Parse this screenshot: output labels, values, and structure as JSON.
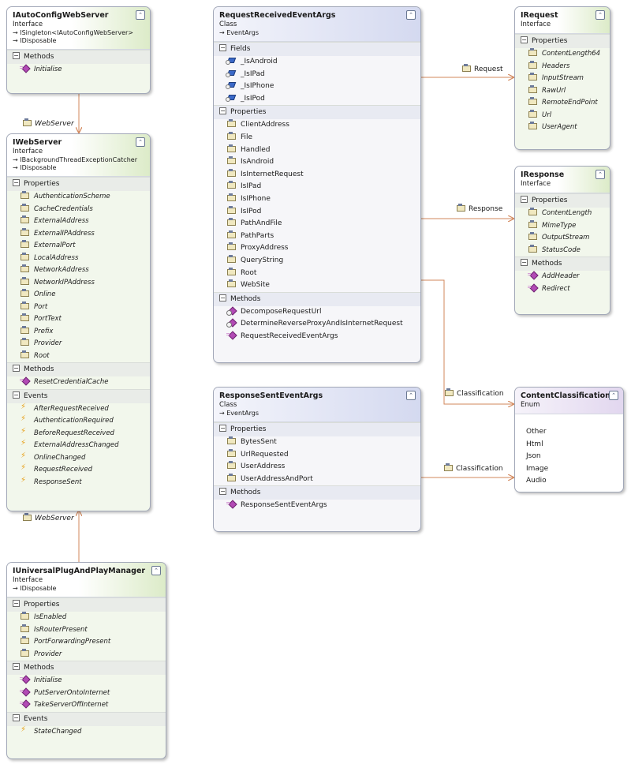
{
  "boxes": {
    "auto": {
      "title": "IAutoConfigWebServer",
      "stereotype": "Interface",
      "inherits": [
        "→ ISingleton<IAutoConfigWebServer>",
        "→ IDisposable"
      ],
      "sections": [
        {
          "label": "Methods",
          "members": [
            {
              "name": "Initialise",
              "icon": "method-icon"
            }
          ]
        }
      ]
    },
    "web": {
      "title": "IWebServer",
      "stereotype": "Interface",
      "inherits": [
        "→ IBackgroundThreadExceptionCatcher",
        "→ IDisposable"
      ],
      "sections": [
        {
          "label": "Properties",
          "members": [
            {
              "name": "AuthenticationScheme",
              "icon": "property-icon"
            },
            {
              "name": "CacheCredentials",
              "icon": "property-icon"
            },
            {
              "name": "ExternalAddress",
              "icon": "property-icon"
            },
            {
              "name": "ExternalIPAddress",
              "icon": "property-icon"
            },
            {
              "name": "ExternalPort",
              "icon": "property-icon"
            },
            {
              "name": "LocalAddress",
              "icon": "property-icon"
            },
            {
              "name": "NetworkAddress",
              "icon": "property-icon"
            },
            {
              "name": "NetworkIPAddress",
              "icon": "property-icon"
            },
            {
              "name": "Online",
              "icon": "property-icon"
            },
            {
              "name": "Port",
              "icon": "property-icon"
            },
            {
              "name": "PortText",
              "icon": "property-icon"
            },
            {
              "name": "Prefix",
              "icon": "property-icon"
            },
            {
              "name": "Provider",
              "icon": "property-icon"
            },
            {
              "name": "Root",
              "icon": "property-icon"
            }
          ]
        },
        {
          "label": "Methods",
          "members": [
            {
              "name": "ResetCredentialCache",
              "icon": "method-icon"
            }
          ]
        },
        {
          "label": "Events",
          "members": [
            {
              "name": "AfterRequestReceived",
              "icon": "event-icon"
            },
            {
              "name": "AuthenticationRequired",
              "icon": "event-icon"
            },
            {
              "name": "BeforeRequestReceived",
              "icon": "event-icon"
            },
            {
              "name": "ExternalAddressChanged",
              "icon": "event-icon"
            },
            {
              "name": "OnlineChanged",
              "icon": "event-icon"
            },
            {
              "name": "RequestReceived",
              "icon": "event-icon"
            },
            {
              "name": "ResponseSent",
              "icon": "event-icon"
            }
          ]
        }
      ]
    },
    "upnp": {
      "title": "IUniversalPlugAndPlayManager",
      "stereotype": "Interface",
      "inherits": [
        "→ IDisposable"
      ],
      "sections": [
        {
          "label": "Properties",
          "members": [
            {
              "name": "IsEnabled",
              "icon": "property-icon"
            },
            {
              "name": "IsRouterPresent",
              "icon": "property-icon"
            },
            {
              "name": "PortForwardingPresent",
              "icon": "property-icon"
            },
            {
              "name": "Provider",
              "icon": "property-icon"
            }
          ]
        },
        {
          "label": "Methods",
          "members": [
            {
              "name": "Initialise",
              "icon": "method-icon"
            },
            {
              "name": "PutServerOntoInternet",
              "icon": "method-icon"
            },
            {
              "name": "TakeServerOffInternet",
              "icon": "method-icon"
            }
          ]
        },
        {
          "label": "Events",
          "members": [
            {
              "name": "StateChanged",
              "icon": "event-icon"
            }
          ]
        }
      ]
    },
    "reqargs": {
      "title": "RequestReceivedEventArgs",
      "stereotype": "Class",
      "inherits": [
        "→ EventArgs"
      ],
      "sections": [
        {
          "label": "Fields",
          "members": [
            {
              "name": "_IsAndroid",
              "icon": "field-icon"
            },
            {
              "name": "_IsIPad",
              "icon": "field-icon"
            },
            {
              "name": "_IsIPhone",
              "icon": "field-icon"
            },
            {
              "name": "_IsIPod",
              "icon": "field-icon"
            }
          ]
        },
        {
          "label": "Properties",
          "members": [
            {
              "name": "ClientAddress",
              "icon": "property-icon"
            },
            {
              "name": "File",
              "icon": "property-icon"
            },
            {
              "name": "Handled",
              "icon": "property-icon"
            },
            {
              "name": "IsAndroid",
              "icon": "property-icon"
            },
            {
              "name": "IsInternetRequest",
              "icon": "property-icon"
            },
            {
              "name": "IsIPad",
              "icon": "property-icon"
            },
            {
              "name": "IsIPhone",
              "icon": "property-icon"
            },
            {
              "name": "IsIPod",
              "icon": "property-icon"
            },
            {
              "name": "PathAndFile",
              "icon": "property-icon"
            },
            {
              "name": "PathParts",
              "icon": "property-icon"
            },
            {
              "name": "ProxyAddress",
              "icon": "property-icon"
            },
            {
              "name": "QueryString",
              "icon": "property-icon"
            },
            {
              "name": "Root",
              "icon": "property-icon"
            },
            {
              "name": "WebSite",
              "icon": "property-icon"
            }
          ]
        },
        {
          "label": "Methods",
          "members": [
            {
              "name": "DecomposeRequestUrl",
              "icon": "private-method-icon"
            },
            {
              "name": "DetermineReverseProxyAndIsInternetRequest",
              "icon": "private-method-icon"
            },
            {
              "name": "RequestReceivedEventArgs",
              "icon": "method-icon"
            }
          ]
        }
      ]
    },
    "respargs": {
      "title": "ResponseSentEventArgs",
      "stereotype": "Class",
      "inherits": [
        "→ EventArgs"
      ],
      "sections": [
        {
          "label": "Properties",
          "members": [
            {
              "name": "BytesSent",
              "icon": "property-icon"
            },
            {
              "name": "UrlRequested",
              "icon": "property-icon"
            },
            {
              "name": "UserAddress",
              "icon": "property-icon"
            },
            {
              "name": "UserAddressAndPort",
              "icon": "property-icon"
            }
          ]
        },
        {
          "label": "Methods",
          "members": [
            {
              "name": "ResponseSentEventArgs",
              "icon": "method-icon"
            }
          ]
        }
      ]
    },
    "ireq": {
      "title": "IRequest",
      "stereotype": "Interface",
      "inherits": [],
      "sections": [
        {
          "label": "Properties",
          "members": [
            {
              "name": "ContentLength64",
              "icon": "property-icon"
            },
            {
              "name": "Headers",
              "icon": "property-icon"
            },
            {
              "name": "InputStream",
              "icon": "property-icon"
            },
            {
              "name": "RawUrl",
              "icon": "property-icon"
            },
            {
              "name": "RemoteEndPoint",
              "icon": "property-icon"
            },
            {
              "name": "Url",
              "icon": "property-icon"
            },
            {
              "name": "UserAgent",
              "icon": "property-icon"
            }
          ]
        }
      ]
    },
    "iresp": {
      "title": "IResponse",
      "stereotype": "Interface",
      "inherits": [],
      "sections": [
        {
          "label": "Properties",
          "members": [
            {
              "name": "ContentLength",
              "icon": "property-icon"
            },
            {
              "name": "MimeType",
              "icon": "property-icon"
            },
            {
              "name": "OutputStream",
              "icon": "property-icon"
            },
            {
              "name": "StatusCode",
              "icon": "property-icon"
            }
          ]
        },
        {
          "label": "Methods",
          "members": [
            {
              "name": "AddHeader",
              "icon": "method-icon"
            },
            {
              "name": "Redirect",
              "icon": "method-icon"
            }
          ]
        }
      ]
    },
    "enum": {
      "title": "ContentClassification",
      "stereotype": "Enum",
      "values": [
        "Other",
        "Html",
        "Json",
        "Image",
        "Audio"
      ]
    }
  },
  "connections": {
    "auto_web": "WebServer",
    "upnp_web": "WebServer",
    "req_request": "Request",
    "req_response": "Response",
    "req_class": "Classification",
    "resp_class": "Classification"
  },
  "colors": {
    "connector": "#d2875b",
    "interface_header": "#dcebc8",
    "class_header": "#d4d9f0",
    "enum_header": "#e2d7ef"
  }
}
